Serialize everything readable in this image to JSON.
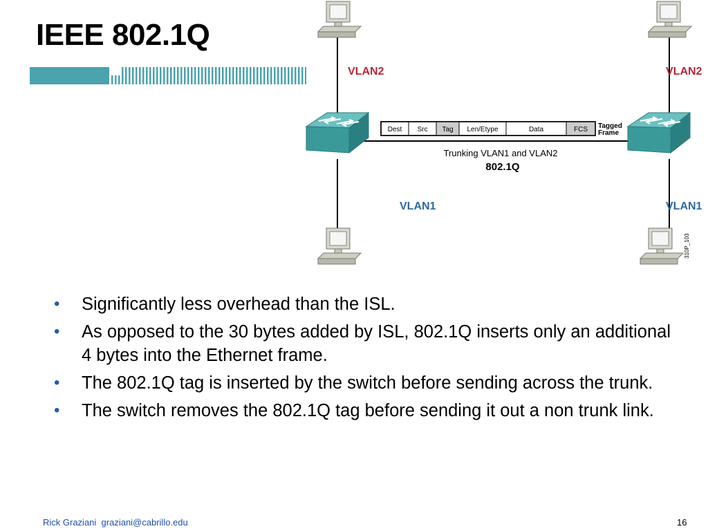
{
  "slide": {
    "title": "IEEE 802.1Q",
    "page_number": "16"
  },
  "footer": {
    "author": "Rick Graziani",
    "email": "graziani@cabrillo.edu"
  },
  "bullets": [
    {
      "text": "Significantly less overhead than the ISL."
    },
    {
      "text": "As opposed to the 30 bytes added by ISL, 802.1Q inserts only an additional 4 bytes into the Ethernet frame."
    },
    {
      "text": "The 802.1Q tag is inserted by the switch before sending across the trunk."
    },
    {
      "text": "The switch removes the 802.1Q tag before sending it out a non trunk link."
    }
  ],
  "diagram": {
    "vlan_labels": {
      "top_left": "VLAN2",
      "top_right": "VLAN2",
      "bottom_left": "VLAN1",
      "bottom_right": "VLAN1"
    },
    "frame_fields": [
      "Dest",
      "Src",
      "Tag",
      "Len/Etype",
      "Data",
      "FCS"
    ],
    "tagged_frame_label_line1": "Tagged",
    "tagged_frame_label_line2": "Frame",
    "trunk_caption": "Trunking VLAN1 and VLAN2",
    "trunk_protocol": "802.1Q",
    "figure_id": "310P_103"
  },
  "colors": {
    "vlan2": "#b5283a",
    "vlan1": "#2e6aa0",
    "switch_teal": "#3a9a9a",
    "bar_teal": "#4aa3ad",
    "tag_highlight": "#cccccc"
  }
}
